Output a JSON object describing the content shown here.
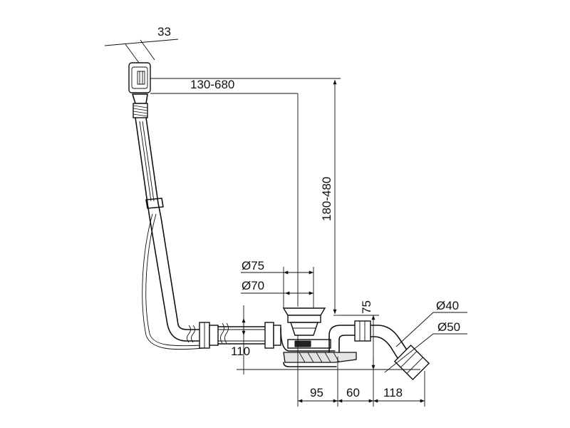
{
  "dimensions": {
    "top_width": "33",
    "horizontal_reach": "130-680",
    "vertical_reach": "180-480",
    "dia_75": "Ø75",
    "dia_70": "Ø70",
    "height_75": "75",
    "height_110": "110",
    "dia_40": "Ø40",
    "dia_50": "Ø50",
    "len_95": "95",
    "len_60": "60",
    "len_118": "118"
  }
}
